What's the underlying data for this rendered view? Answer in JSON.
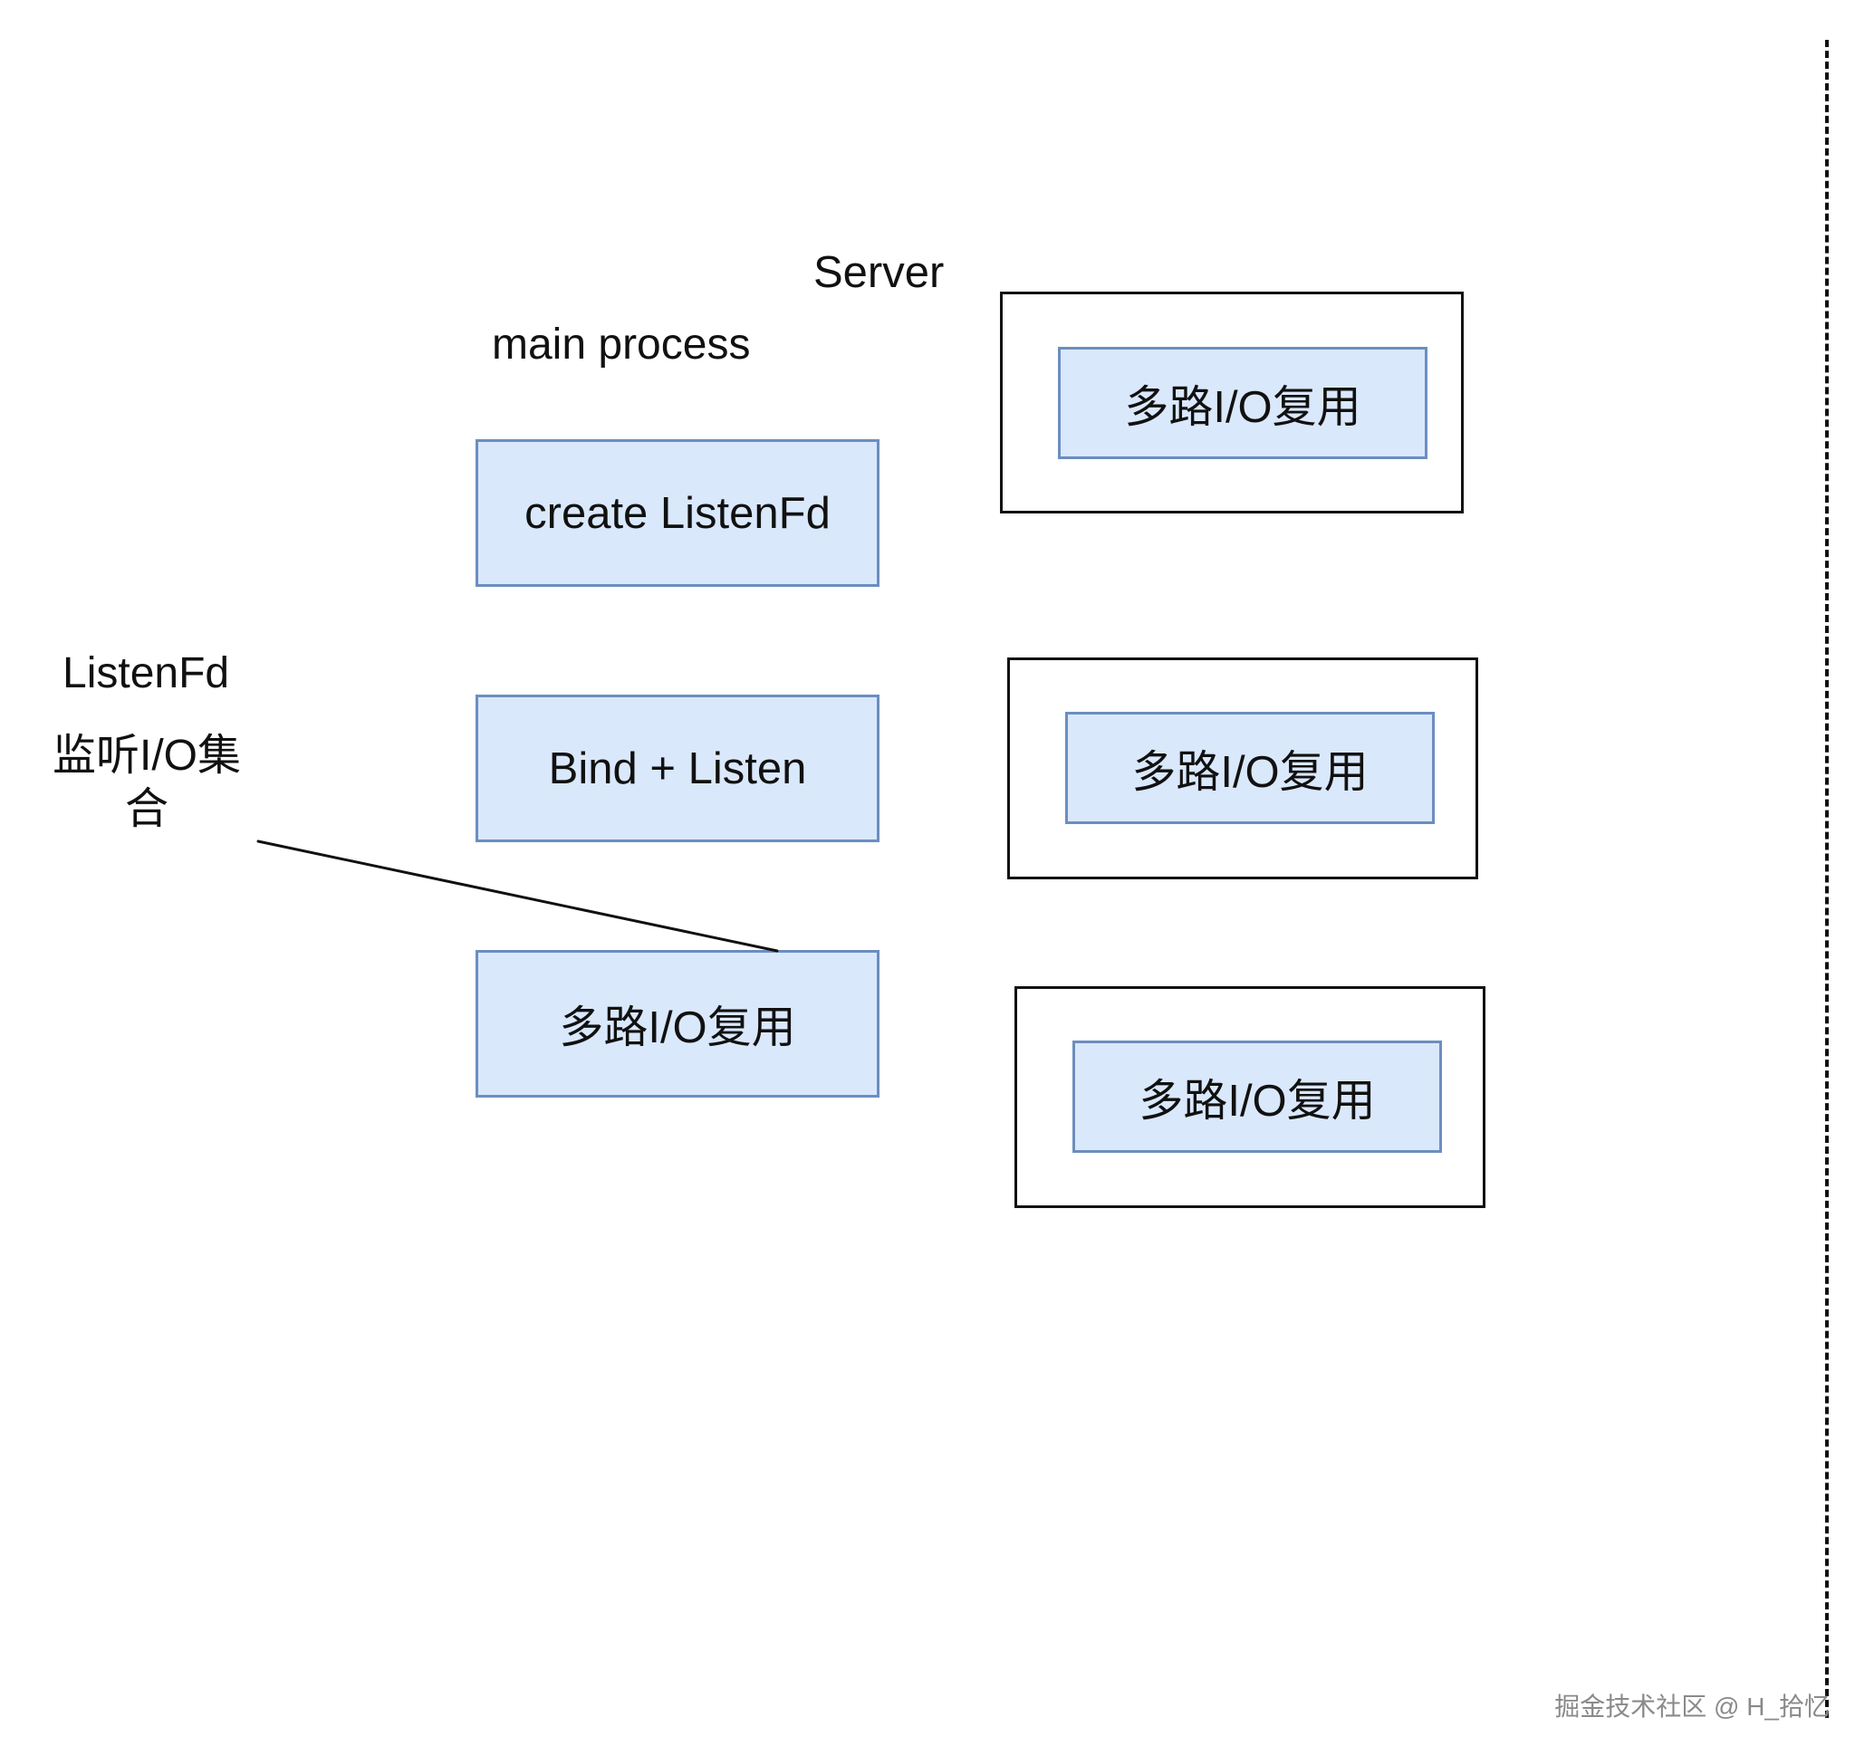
{
  "diagram": {
    "server_label": "Server",
    "main_process_label": "main process",
    "listenfd_label": "ListenFd",
    "listen_set_label": "监听I/O集合",
    "main_steps": [
      "create ListenFd",
      "Bind + Listen",
      "多路I/O复用"
    ],
    "workers": [
      "多路I/O复用",
      "多路I/O复用",
      "多路I/O复用"
    ]
  },
  "watermark": "掘金技术社区 @ H_拾忆",
  "colors": {
    "blue_fill": "#dae8fc",
    "blue_border": "#6c8ebf",
    "line": "#111111",
    "text": "#111111",
    "watermark": "#8a8a8a"
  }
}
